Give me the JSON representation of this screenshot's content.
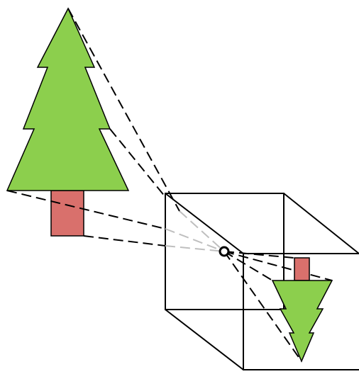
{
  "scene": {
    "colors": {
      "foliage": "#8ccf4d",
      "trunk": "#d9706c",
      "outline": "#000000",
      "hidden_ray": "#bfbfbf",
      "background": "#ffffff"
    },
    "objects": [
      "tree",
      "pinhole-camera-box",
      "pinhole",
      "inverted-image"
    ]
  }
}
